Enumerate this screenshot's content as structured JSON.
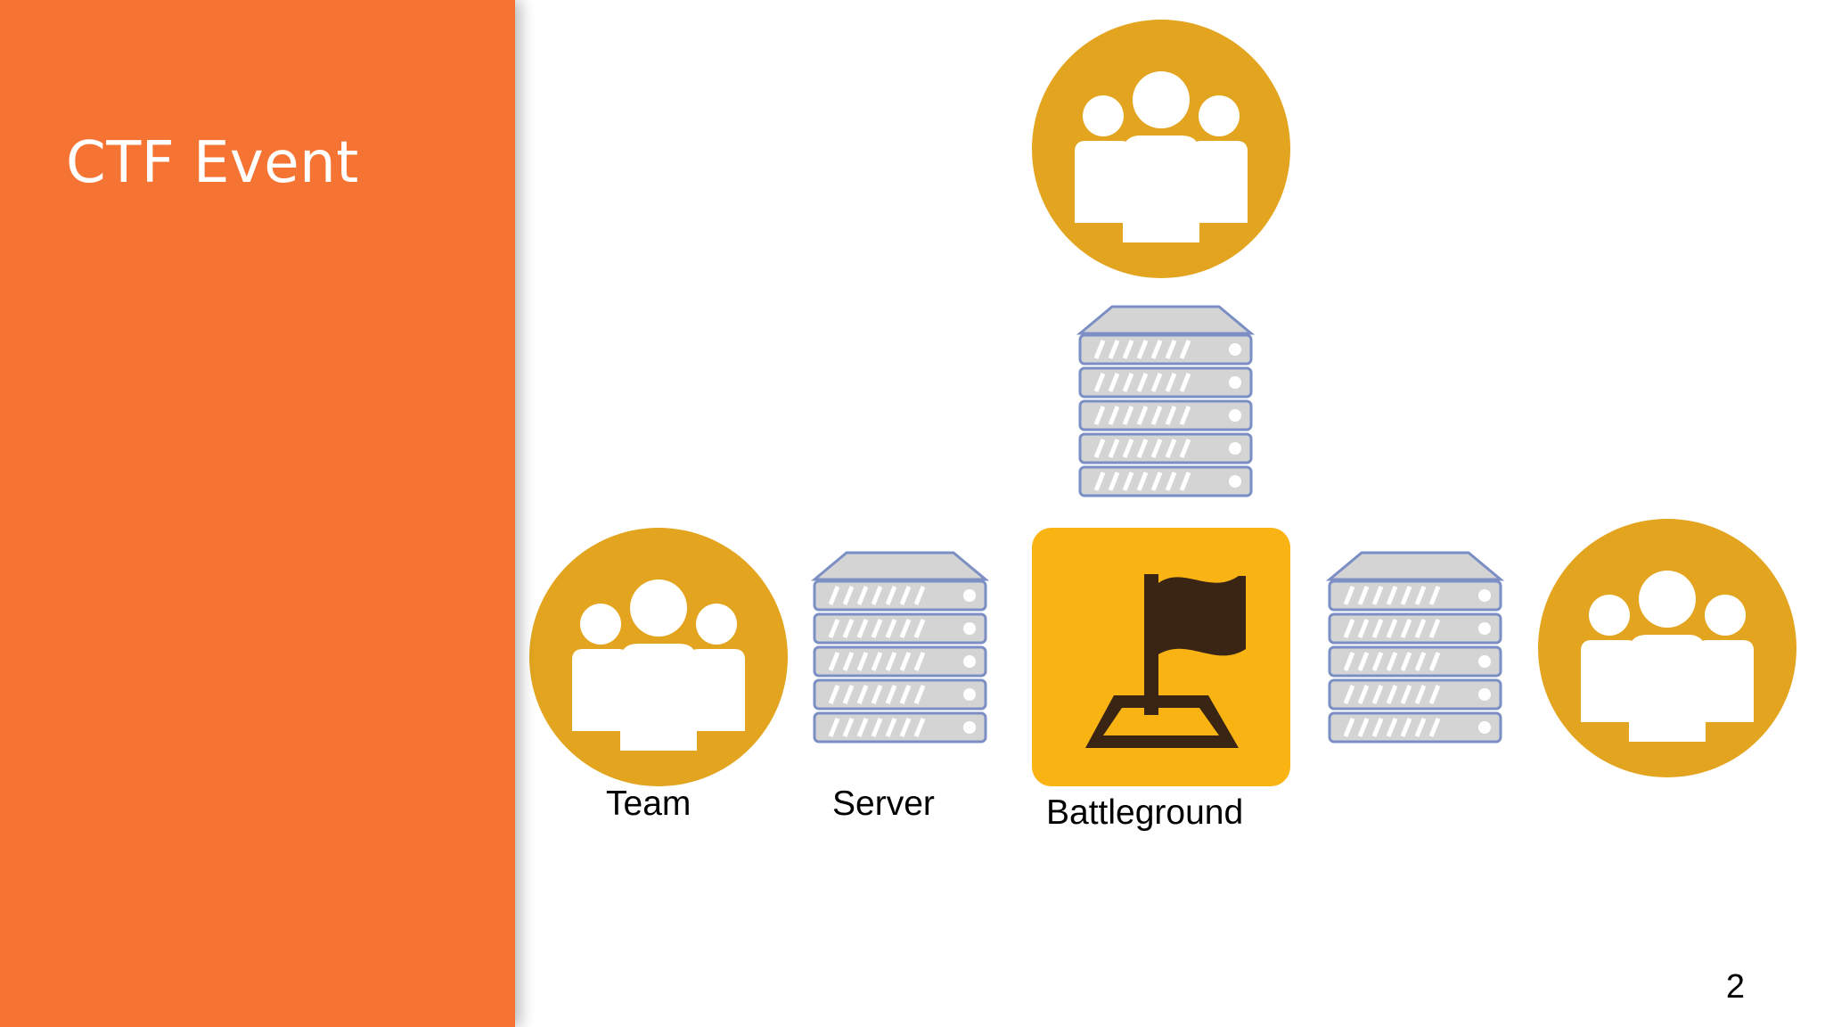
{
  "slide": {
    "title": "CTF Event",
    "page_number": "2"
  },
  "diagram": {
    "labels": {
      "team": "Team",
      "server": "Server",
      "battleground": "Battleground"
    },
    "icons": {
      "team": "team-group-icon",
      "server": "server-rack-icon",
      "battleground": "flag-on-base-icon"
    },
    "colors": {
      "sidebar": "#f67433",
      "team_circle": "#e3a51f",
      "battleground_tile": "#f9b413",
      "flag": "#3a2413",
      "server_fill": "#d4d4d4",
      "server_stroke": "#7b8fc4"
    }
  }
}
